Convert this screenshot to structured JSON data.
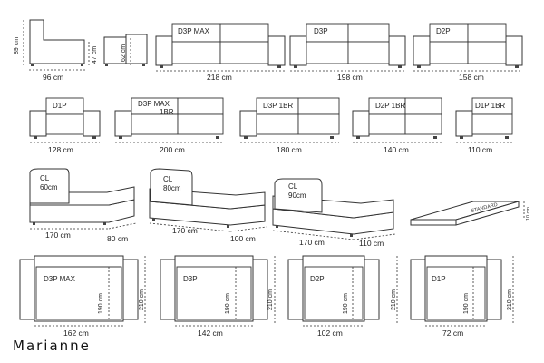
{
  "brand": "Marianne",
  "side_view": {
    "height": "89 cm",
    "seat_height": "47 cm",
    "depth": "96 cm"
  },
  "armrest": {
    "width": "62 cm"
  },
  "row1": [
    {
      "model": "D3P MAX",
      "width": "218 cm"
    },
    {
      "model": "D3P",
      "width": "198 cm"
    },
    {
      "model": "D2P",
      "width": "158 cm"
    }
  ],
  "row2": [
    {
      "model": "D1P",
      "width": "128 cm"
    },
    {
      "model": "D3P MAX\n1BR",
      "model_line1": "D3P MAX",
      "model_line2": "1BR",
      "width": "200 cm"
    },
    {
      "model": "D3P 1BR",
      "width": "180 cm"
    },
    {
      "model": "D2P 1BR",
      "width": "140 cm"
    },
    {
      "model": "D1P 1BR",
      "width": "110 cm"
    }
  ],
  "chaises": [
    {
      "label": "CL",
      "seat": "60cm",
      "length": "170 cm",
      "width": "80 cm"
    },
    {
      "label": "CL",
      "seat": "80cm",
      "length": "170 cm",
      "width": "100 cm"
    },
    {
      "label": "CL",
      "seat": "90cm",
      "length": "170 cm",
      "width": "110 cm"
    }
  ],
  "mattress": {
    "label": "STANDARD",
    "thickness": "10 cm"
  },
  "beds": [
    {
      "model": "D3P MAX",
      "sleep_length": "190 cm",
      "open_length": "210 cm",
      "sleep_width": "162 cm"
    },
    {
      "model": "D3P",
      "sleep_length": "190 cm",
      "open_length": "210 cm",
      "sleep_width": "142 cm"
    },
    {
      "model": "D2P",
      "sleep_length": "190 cm",
      "open_length": "210 cm",
      "sleep_width": "102 cm"
    },
    {
      "model": "D1P",
      "sleep_length": "190 cm",
      "open_length": "210 cm",
      "sleep_width": "72 cm"
    }
  ]
}
